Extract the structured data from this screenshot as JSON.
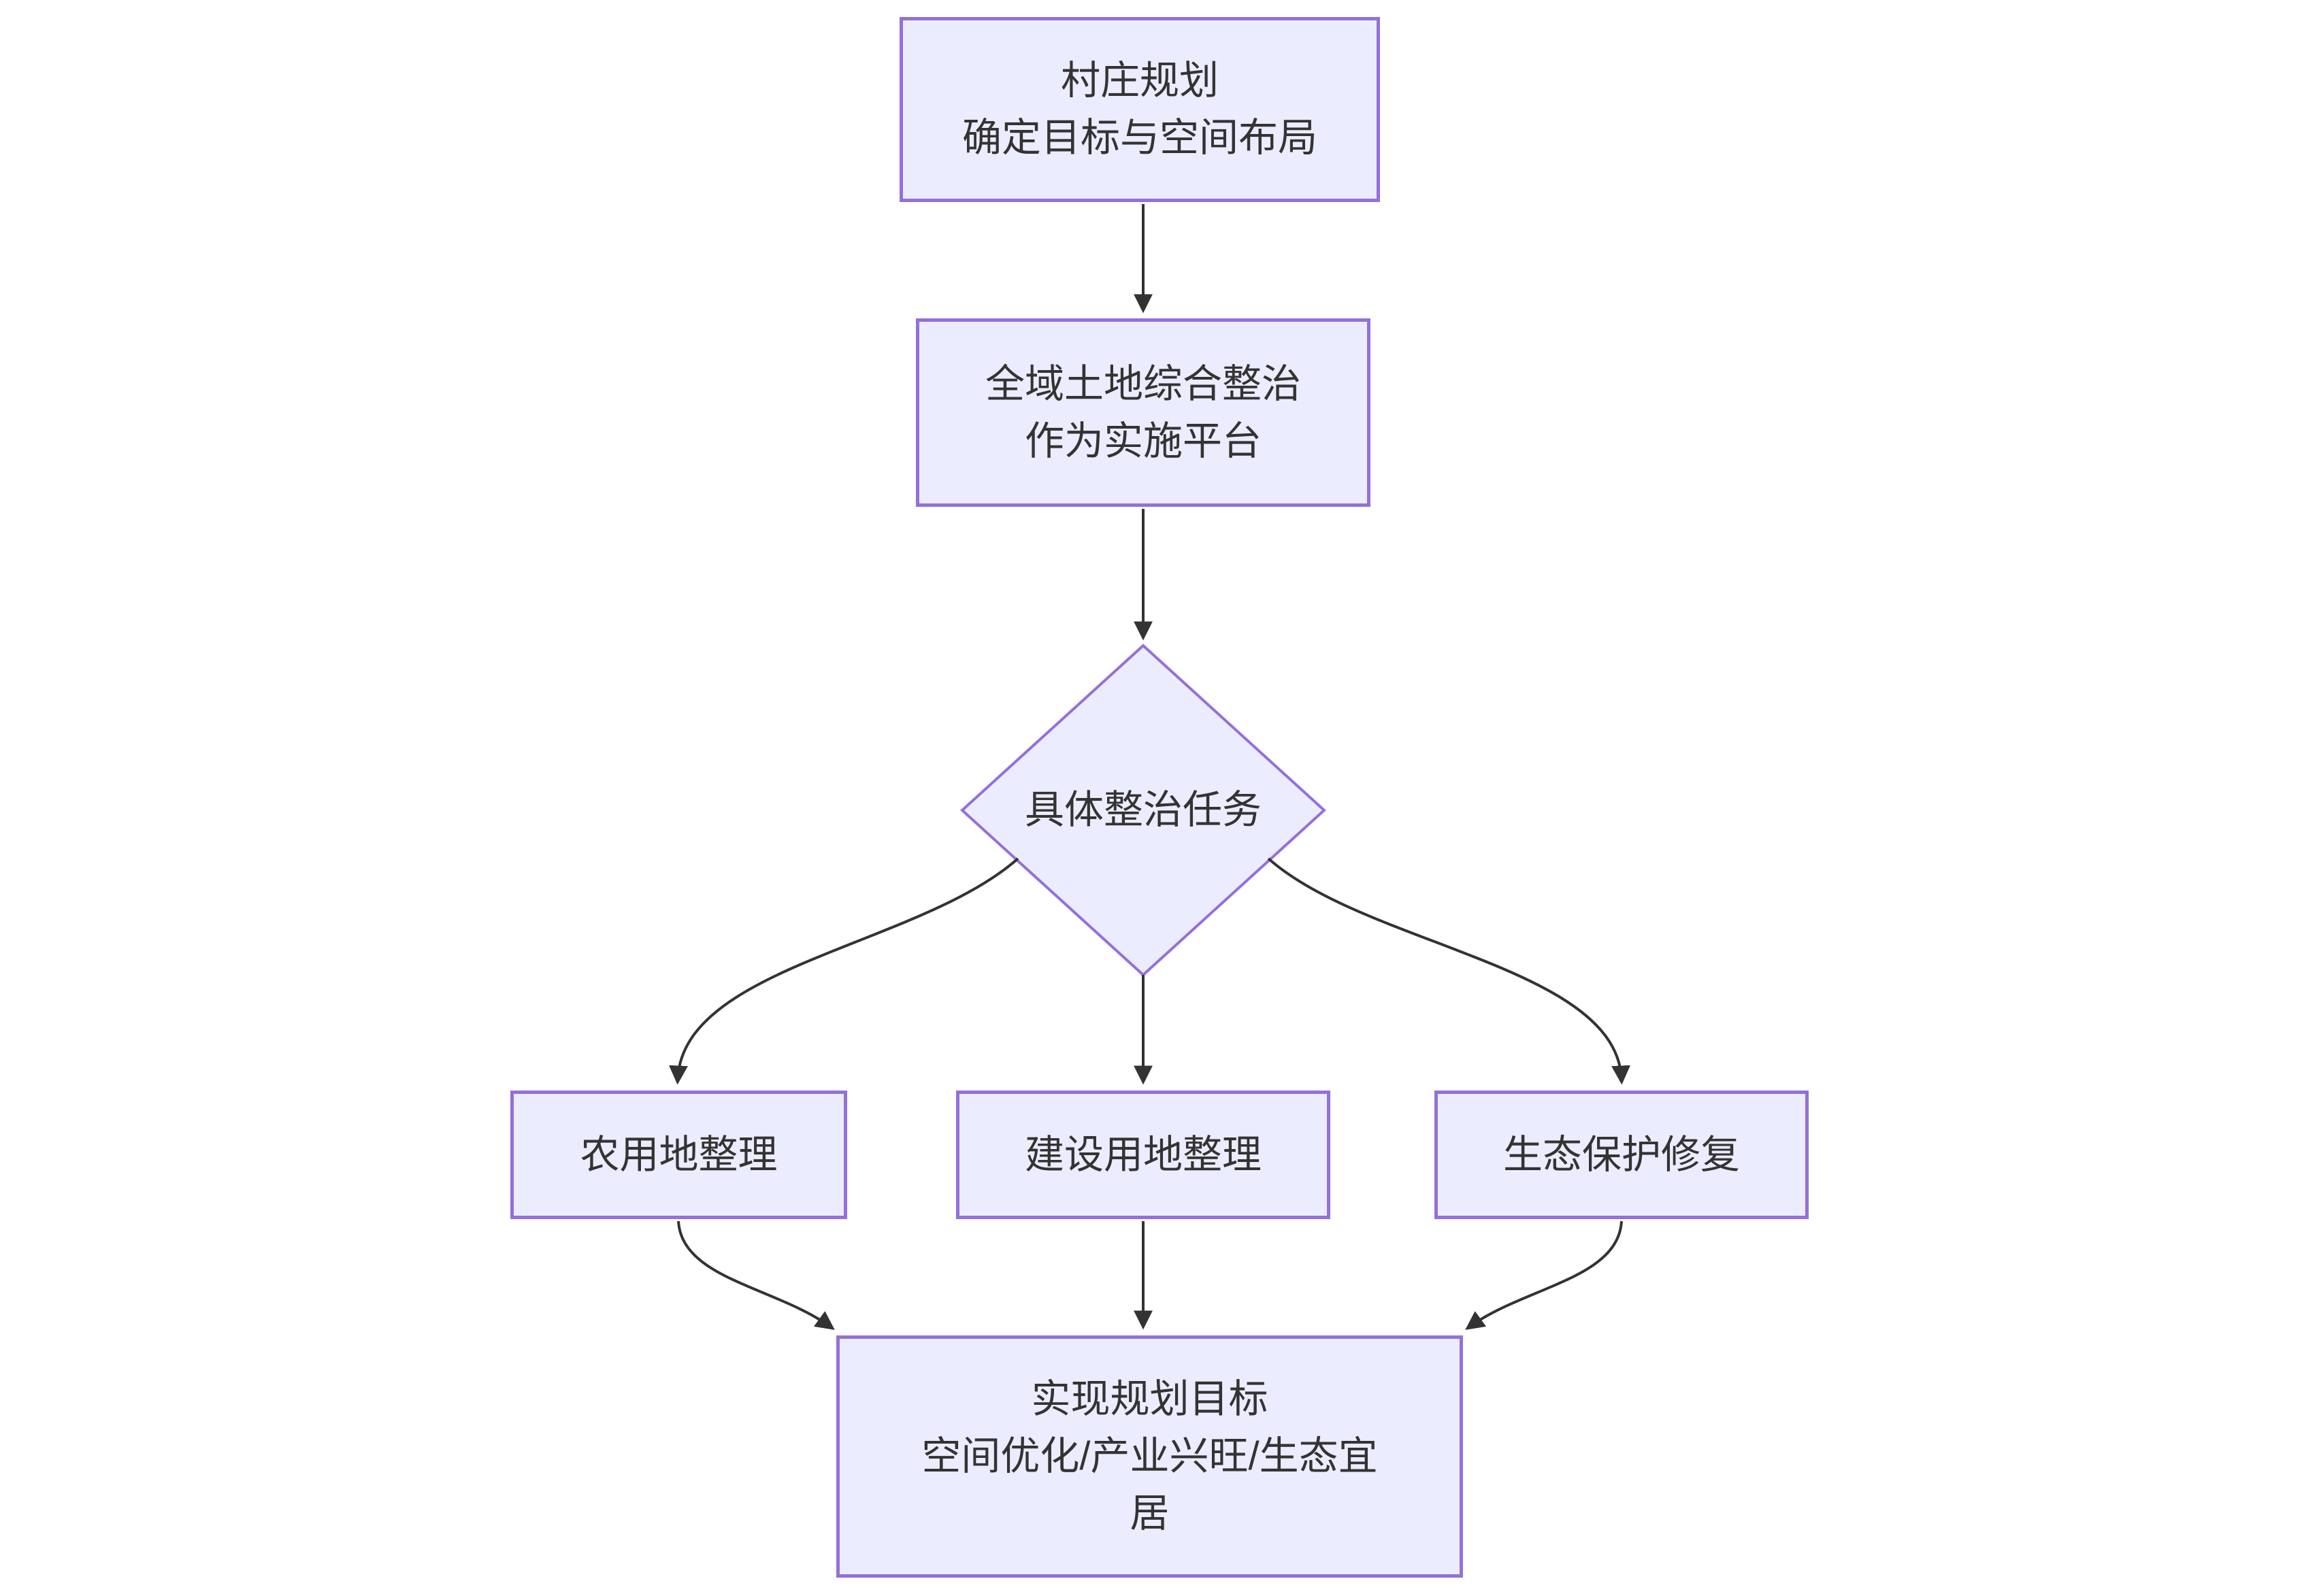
{
  "diagram": {
    "type": "flowchart",
    "direction": "top-down",
    "background": "#FFFFFF",
    "colors": {
      "node_fill": "#ECECFF",
      "node_border": "#9370DB",
      "edge_line": "#333333",
      "text": "#333333"
    },
    "nodes": {
      "village_plan": {
        "shape": "rectangle",
        "lines": [
          "村庄规划",
          "确定目标与空间布局"
        ]
      },
      "platform": {
        "shape": "rectangle",
        "lines": [
          "全域土地综合整治",
          "作为实施平台"
        ]
      },
      "tasks": {
        "shape": "diamond",
        "lines": [
          "具体整治任务"
        ]
      },
      "farmland": {
        "shape": "rectangle",
        "lines": [
          "农用地整理"
        ]
      },
      "construction": {
        "shape": "rectangle",
        "lines": [
          "建设用地整理"
        ]
      },
      "ecology": {
        "shape": "rectangle",
        "lines": [
          "生态保护修复"
        ]
      },
      "goal": {
        "shape": "rectangle",
        "lines": [
          "实现规划目标",
          "空间优化/产业兴旺/生态宜",
          "居"
        ]
      }
    },
    "edges": [
      {
        "from": "village_plan",
        "to": "platform"
      },
      {
        "from": "platform",
        "to": "tasks"
      },
      {
        "from": "tasks",
        "to": "farmland"
      },
      {
        "from": "tasks",
        "to": "construction"
      },
      {
        "from": "tasks",
        "to": "ecology"
      },
      {
        "from": "farmland",
        "to": "goal"
      },
      {
        "from": "construction",
        "to": "goal"
      },
      {
        "from": "ecology",
        "to": "goal"
      }
    ]
  }
}
